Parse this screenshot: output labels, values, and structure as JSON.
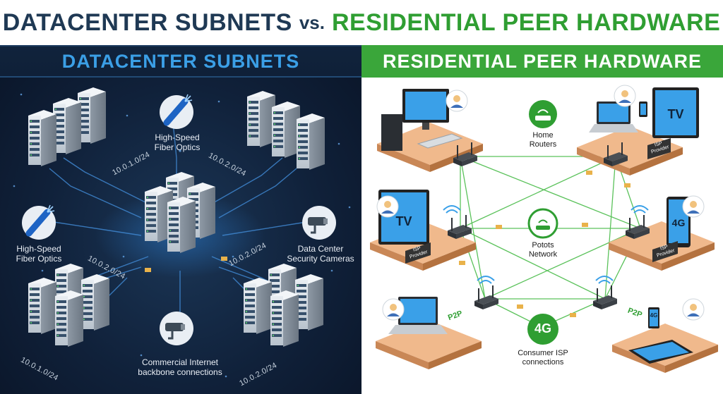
{
  "title": {
    "left": "DATACENTER SUBNETS",
    "vs": "vs.",
    "right": "RESIDENTIAL PEER HARDWARE"
  },
  "datacenter": {
    "heading": "DATACENTER SUBNETS",
    "fiber_top": "High-Speed\nFiber Optics",
    "fiber_left": "High-Speed\nFiber Optics",
    "cameras": "Data Center\nSecurity Cameras",
    "backbone": "Commercial Internet\nbackbone connections",
    "subnet_1": "10.0.1.0/24",
    "subnet_2": "10.0.2.0/24",
    "subnet_3": "10.0.2.0/24",
    "subnet_4": "10.0.2.0/24",
    "subnet_5": "10.0.1.0/24",
    "subnet_6": "10.0.2.0/24"
  },
  "residential": {
    "heading": "RESIDENTIAL PEER HARDWARE",
    "home_routers": "Home\nRouters",
    "network": "Potots\nNetwork",
    "consumer_isp": "Consumer ISP\nconnections",
    "tv_label": "TV",
    "four_g": "4G",
    "isp_provider": "ISP\nProvider",
    "p2p": "P2P"
  },
  "colors": {
    "datacenter_accent": "#3b9fe6",
    "residential_accent": "#3aa63a",
    "title_dark": "#1f3954"
  }
}
